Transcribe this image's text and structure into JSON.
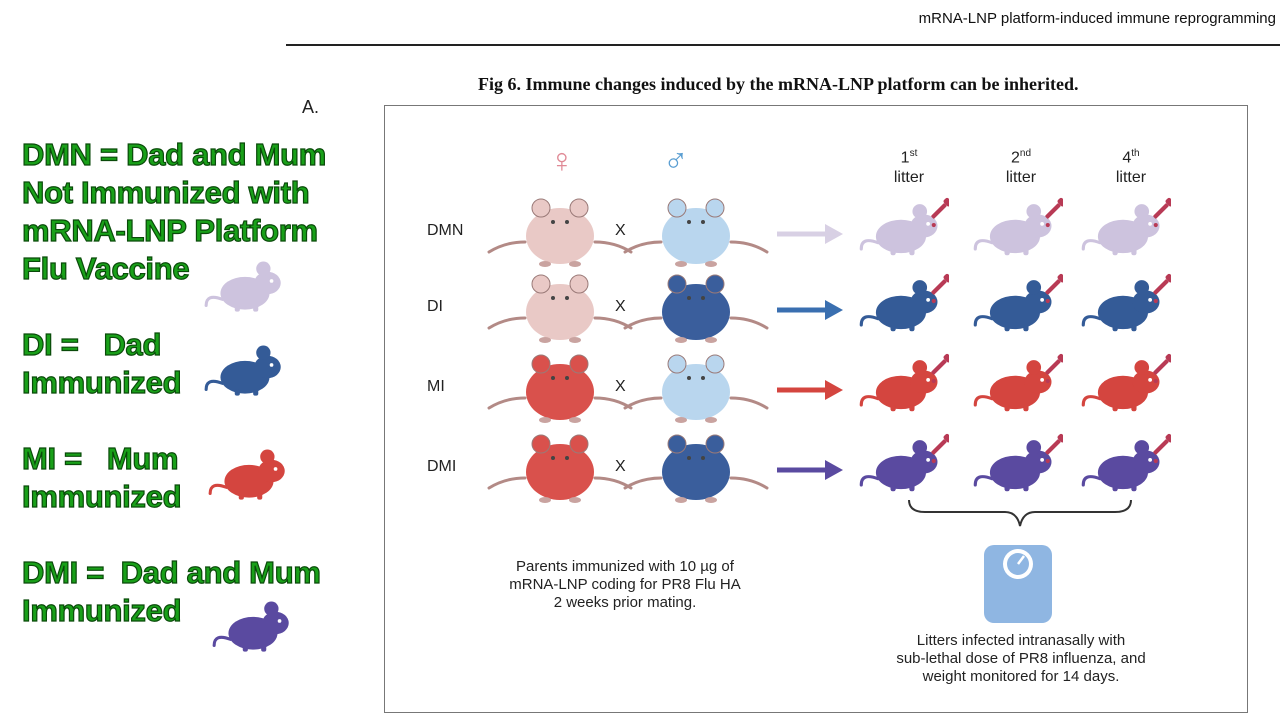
{
  "header": {
    "title": "mRNA-LNP platform-induced immune reprogramming"
  },
  "figure": {
    "title": "Fig 6.  Immune changes induced by the mRNA-LNP platform can be inherited.",
    "panel_letter": "A."
  },
  "legend": {
    "dmn": [
      "DMN = Dad and Mum",
      "Not Immunized with",
      "mRNA-LNP Platform",
      "Flu Vaccine"
    ],
    "di": [
      "DI =   Dad",
      "Immunized"
    ],
    "mi": [
      "MI =   Mum",
      "Immunized"
    ],
    "dmi": [
      "DMI =  Dad and Mum",
      "Immunized"
    ]
  },
  "diagram": {
    "female_symbol": "♀",
    "male_symbol": "♂",
    "cross_symbol": "X",
    "litters": [
      {
        "ordinal": "1",
        "suffix": "st",
        "word": "litter"
      },
      {
        "ordinal": "2",
        "suffix": "nd",
        "word": "litter"
      },
      {
        "ordinal": "4",
        "suffix": "th",
        "word": "litter"
      }
    ],
    "rows": [
      {
        "label": "DMN",
        "mother": "#e9c9c6",
        "father": "#b9d6ee",
        "offspring": "#cdc3de",
        "arrow": "#d8d0e4"
      },
      {
        "label": "DI",
        "mother": "#e9c9c6",
        "father": "#3a5e9c",
        "offspring": "#345b97",
        "arrow": "#3a6fb0"
      },
      {
        "label": "MI",
        "mother": "#d9514c",
        "father": "#b9d6ee",
        "offspring": "#d4453f",
        "arrow": "#d4453f"
      },
      {
        "label": "DMI",
        "mother": "#d9514c",
        "father": "#3a5e9c",
        "offspring": "#5a4aa0",
        "arrow": "#5a4aa0"
      }
    ],
    "parents_caption": [
      "Parents immunized with 10 µg of",
      "mRNA-LNP coding for PR8 Flu HA",
      "2 weeks prior mating."
    ],
    "litters_caption": [
      "Litters infected intranasally with",
      "sub-lethal dose of PR8 influenza, and",
      "weight monitored for 14 days."
    ]
  },
  "colors": {
    "legend_green": "#19a019",
    "dropper": "#b83a55",
    "scale": "#8fb6e2"
  }
}
